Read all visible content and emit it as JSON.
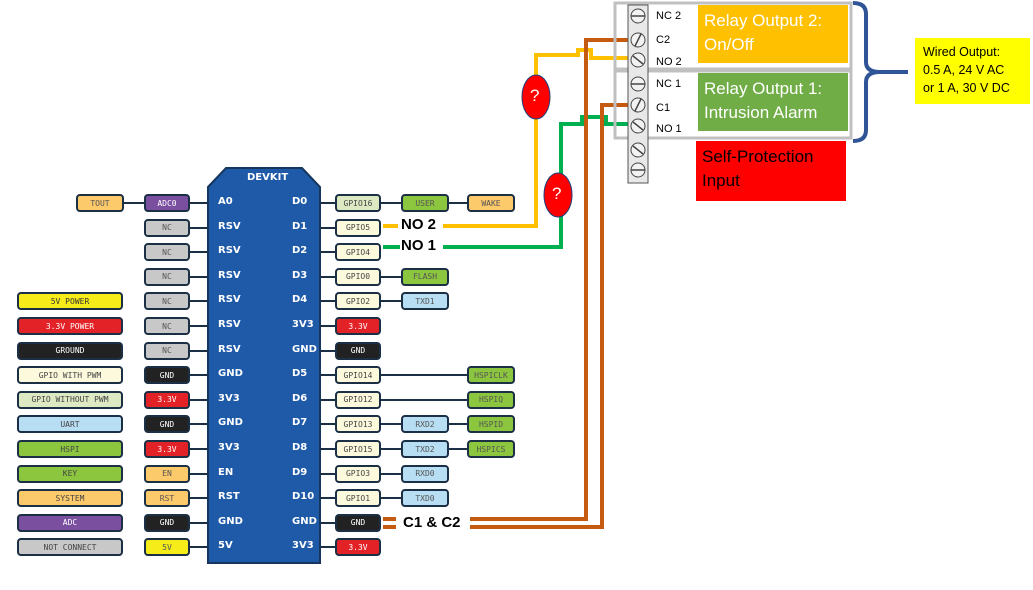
{
  "board": {
    "title": "DEVKIT",
    "left_pins": [
      "A0",
      "RSV",
      "RSV",
      "RSV",
      "RSV",
      "RSV",
      "RSV",
      "GND",
      "3V3",
      "GND",
      "3V3",
      "EN",
      "RST",
      "GND",
      "5V"
    ],
    "right_pins": [
      "D0",
      "D1",
      "D2",
      "D3",
      "D4",
      "3V3",
      "GND",
      "D5",
      "D6",
      "D7",
      "D8",
      "D9",
      "D10",
      "GND",
      "3V3"
    ]
  },
  "left_functions": [
    {
      "label": "ADC0",
      "color": "#7b4fa0",
      "text": "#fff"
    },
    {
      "label": "NC",
      "color": "#c8c8c8",
      "text": "#555"
    },
    {
      "label": "NC",
      "color": "#c8c8c8",
      "text": "#555"
    },
    {
      "label": "NC",
      "color": "#c8c8c8",
      "text": "#555"
    },
    {
      "label": "NC",
      "color": "#c8c8c8",
      "text": "#555"
    },
    {
      "label": "NC",
      "color": "#c8c8c8",
      "text": "#555"
    },
    {
      "label": "NC",
      "color": "#c8c8c8",
      "text": "#555"
    },
    {
      "label": "GND",
      "color": "#222",
      "text": "#fff"
    },
    {
      "label": "3.3V",
      "color": "#e32228",
      "text": "#fff"
    },
    {
      "label": "GND",
      "color": "#222",
      "text": "#fff"
    },
    {
      "label": "3.3V",
      "color": "#e32228",
      "text": "#fff"
    },
    {
      "label": "EN",
      "color": "#fcc96b",
      "text": "#555"
    },
    {
      "label": "RST",
      "color": "#fcc96b",
      "text": "#555"
    },
    {
      "label": "GND",
      "color": "#222",
      "text": "#fff"
    },
    {
      "label": "5V",
      "color": "#f5ec1a",
      "text": "#555"
    }
  ],
  "tout": {
    "label": "TOUT",
    "color": "#fcc96b"
  },
  "legend": [
    {
      "label": "5V POWER",
      "color": "#f5ec1a",
      "text": "#333"
    },
    {
      "label": "3.3V POWER",
      "color": "#e32228",
      "text": "#fff"
    },
    {
      "label": "GROUND",
      "color": "#222",
      "text": "#fff"
    },
    {
      "label": "GPIO WITH PWM",
      "color": "#fdf9dc",
      "text": "#444"
    },
    {
      "label": "GPIO WITHOUT PWM",
      "color": "#dde9c3",
      "text": "#444"
    },
    {
      "label": "UART",
      "color": "#b8def3",
      "text": "#444"
    },
    {
      "label": "HSPI",
      "color": "#8cc63f",
      "text": "#444"
    },
    {
      "label": "KEY",
      "color": "#8cc63f",
      "text": "#444"
    },
    {
      "label": "SYSTEM",
      "color": "#fcc96b",
      "text": "#444"
    },
    {
      "label": "ADC",
      "color": "#7b4fa0",
      "text": "#fff"
    },
    {
      "label": "NOT CONNECT",
      "color": "#c8c8c8",
      "text": "#444"
    }
  ],
  "right_gpio": [
    {
      "label": "GPIO16",
      "color": "#dde9c3",
      "text": "#444"
    },
    {
      "label": "GPIO5",
      "color": "#fdf9dc",
      "text": "#444"
    },
    {
      "label": "GPIO4",
      "color": "#fdf9dc",
      "text": "#444"
    },
    {
      "label": "GPIO0",
      "color": "#fdf9dc",
      "text": "#444"
    },
    {
      "label": "GPIO2",
      "color": "#fdf9dc",
      "text": "#444"
    },
    {
      "label": "3.3V",
      "color": "#e32228",
      "text": "#fff"
    },
    {
      "label": "GND",
      "color": "#222",
      "text": "#fff"
    },
    {
      "label": "GPIO14",
      "color": "#fdf9dc",
      "text": "#444"
    },
    {
      "label": "GPIO12",
      "color": "#fdf9dc",
      "text": "#444"
    },
    {
      "label": "GPIO13",
      "color": "#fdf9dc",
      "text": "#444"
    },
    {
      "label": "GPIO15",
      "color": "#fdf9dc",
      "text": "#444"
    },
    {
      "label": "GPIO3",
      "color": "#fdf9dc",
      "text": "#444"
    },
    {
      "label": "GPIO1",
      "color": "#fdf9dc",
      "text": "#444"
    },
    {
      "label": "GND",
      "color": "#222",
      "text": "#fff"
    },
    {
      "label": "3.3V",
      "color": "#e32228",
      "text": "#fff"
    }
  ],
  "right_extra": [
    {
      "row": 0,
      "col": 1,
      "label": "USER",
      "color": "#8cc63f"
    },
    {
      "row": 0,
      "col": 2,
      "label": "WAKE",
      "color": "#fcc96b"
    },
    {
      "row": 3,
      "col": 1,
      "label": "FLASH",
      "color": "#8cc63f"
    },
    {
      "row": 4,
      "col": 1,
      "label": "TXD1",
      "color": "#b8def3"
    },
    {
      "row": 7,
      "col": 2,
      "label": "HSPICLK",
      "color": "#8cc63f"
    },
    {
      "row": 8,
      "col": 2,
      "label": "HSPIQ",
      "color": "#8cc63f"
    },
    {
      "row": 9,
      "col": 1,
      "label": "RXD2",
      "color": "#b8def3"
    },
    {
      "row": 9,
      "col": 2,
      "label": "HSPID",
      "color": "#8cc63f"
    },
    {
      "row": 10,
      "col": 1,
      "label": "TXD2",
      "color": "#b8def3"
    },
    {
      "row": 10,
      "col": 2,
      "label": "HSPICS",
      "color": "#8cc63f"
    },
    {
      "row": 11,
      "col": 1,
      "label": "RXD0",
      "color": "#b8def3"
    },
    {
      "row": 12,
      "col": 1,
      "label": "TXD0",
      "color": "#b8def3"
    }
  ],
  "wires": {
    "no2_label": "NO 2",
    "no1_label": "NO 1",
    "common_label": "C1 & C2",
    "unknown_marker": "?",
    "colors": {
      "no2": "#ffc000",
      "no1": "#00b050",
      "common": "#c55a11",
      "marker": "#ff0000"
    }
  },
  "terminal": {
    "labels": [
      "NC 2",
      "C2",
      "NO 2",
      "NC 1",
      "C1",
      "NO 1"
    ]
  },
  "relays": [
    {
      "title": "Relay Output 2: On/Off",
      "line1": "Relay Output 2:",
      "line2": "On/Off",
      "color": "#ffc000"
    },
    {
      "title": "Relay Output 1: Intrusion Alarm",
      "line1": "Relay Output 1:",
      "line2": "Intrusion Alarm",
      "color": "#70ad47"
    }
  ],
  "self_protection": {
    "line1": "Self-Protection",
    "line2": "Input",
    "color": "#ff0000"
  },
  "wired_output": {
    "line1": "Wired Output:",
    "line2": "0.5 A, 24 V AC",
    "line3": "or 1 A, 30 V DC",
    "color": "#ffff00"
  }
}
